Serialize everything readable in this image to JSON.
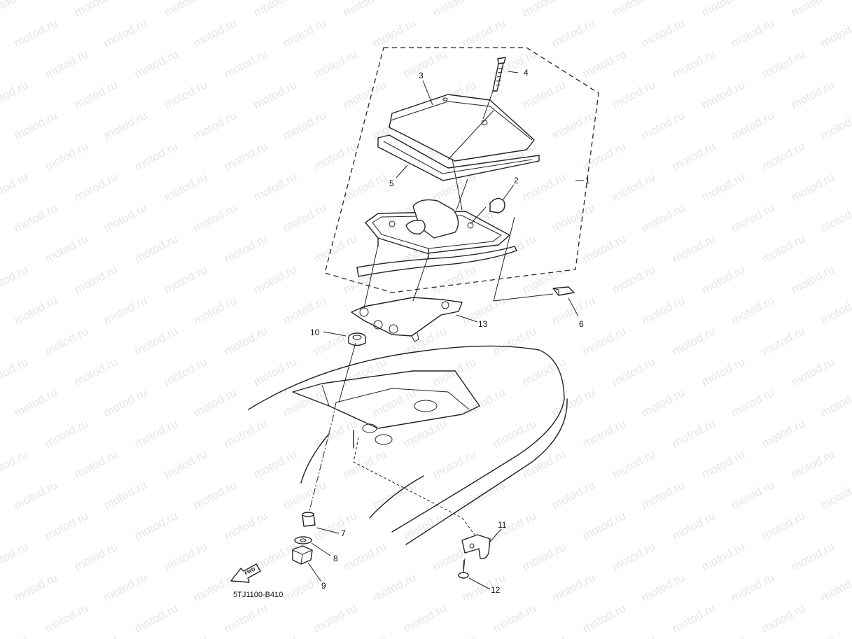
{
  "watermark": "motod.ru",
  "callouts": [
    {
      "id": "1",
      "label": "1"
    },
    {
      "id": "2",
      "label": "2"
    },
    {
      "id": "3",
      "label": "3"
    },
    {
      "id": "4",
      "label": "4"
    },
    {
      "id": "5",
      "label": "5"
    },
    {
      "id": "6",
      "label": "6"
    },
    {
      "id": "7",
      "label": "7"
    },
    {
      "id": "8",
      "label": "8"
    },
    {
      "id": "9",
      "label": "9"
    },
    {
      "id": "10",
      "label": "10"
    },
    {
      "id": "11",
      "label": "11"
    },
    {
      "id": "12",
      "label": "12"
    },
    {
      "id": "13",
      "label": "13"
    }
  ],
  "fwd_label": "FWD",
  "diagram_ref": "5TJ1100-B410"
}
